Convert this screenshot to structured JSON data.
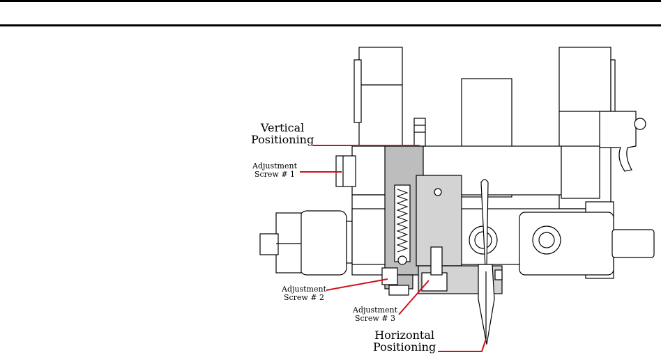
{
  "labels": {
    "vertical_positioning": {
      "line1": "Vertical",
      "line2": "Positioning"
    },
    "adjustment_screw_1": {
      "line1": "Adjustment",
      "line2": "Screw # 1"
    },
    "adjustment_screw_2": {
      "line1": "Adjustment",
      "line2": "Screw # 2"
    },
    "adjustment_screw_3": {
      "line1": "Adjustment",
      "line2": "Screw # 3"
    },
    "horizontal_positioning": {
      "line1": "Horizontal",
      "line2": "Positioning"
    }
  },
  "colors": {
    "leader_line": "#d01018",
    "block_shade": "#bdbdbd",
    "plate_shade": "#d3d3d3",
    "outline": "#000000"
  }
}
